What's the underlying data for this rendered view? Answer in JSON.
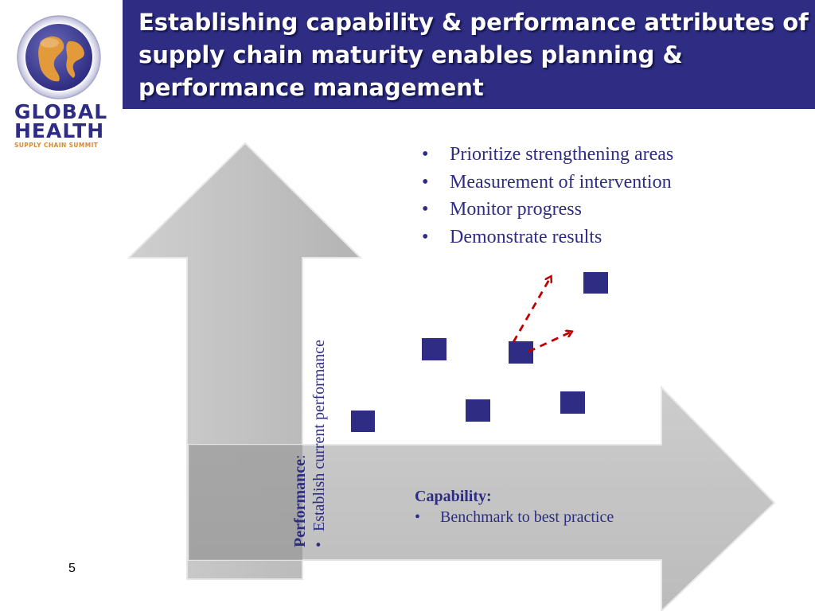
{
  "header": {
    "title": "Establishing capability & performance attributes of supply chain maturity enables planning & performance management"
  },
  "logo": {
    "line1": "GLOBAL",
    "line2": "HEALTH",
    "line3": "SUPPLY CHAIN SUMMIT"
  },
  "bullets": [
    "Prioritize strengthening areas",
    "Measurement of intervention",
    "Monitor progress",
    "Demonstrate results"
  ],
  "capability": {
    "title": "Capability:",
    "item": "Benchmark to best practice"
  },
  "performance": {
    "title": "Performance",
    "title_suffix": ":",
    "item": "Establish current performance"
  },
  "page_number": "5",
  "colors": {
    "header_bg": "#2e2d83",
    "marker": "#2e2d83",
    "arrow_fill": "#c0c0c0",
    "dashed_arrow": "#c00000",
    "logo_orange": "#d98a2b"
  }
}
